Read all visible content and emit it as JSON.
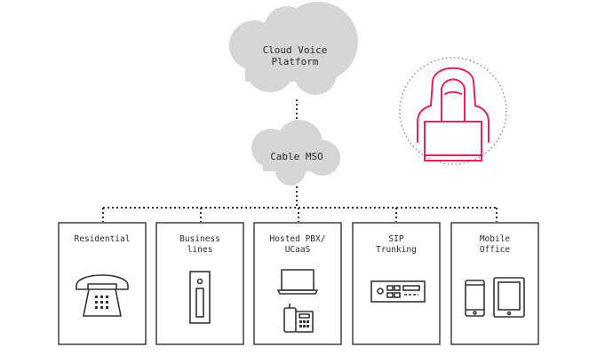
{
  "diagram": {
    "cloud_platform": {
      "line1": "Cloud Voice",
      "line2": "Platform"
    },
    "cable_mso": {
      "label": "Cable MSO"
    },
    "endpoints": [
      {
        "line1": "Residential",
        "line2": ""
      },
      {
        "line1": "Business",
        "line2": "lines"
      },
      {
        "line1": "Hosted PBX/",
        "line2": "UCaaS"
      },
      {
        "line1": "SIP",
        "line2": "Trunking"
      },
      {
        "line1": "Mobile",
        "line2": "Office"
      }
    ]
  },
  "colors": {
    "cloud_fill": "#d6d6d6",
    "stroke": "#333333",
    "hacker": "#e0245e",
    "dotted_ring": "#888888"
  },
  "icons": {
    "hacker": "hooded-hacker-icon",
    "residential": "desk-phone-icon",
    "business": "wall-jack-icon",
    "hosted_pbx": "laptop-and-ip-phone-icon",
    "sip": "sip-gateway-icon",
    "mobile": "phone-and-tablet-icon"
  }
}
